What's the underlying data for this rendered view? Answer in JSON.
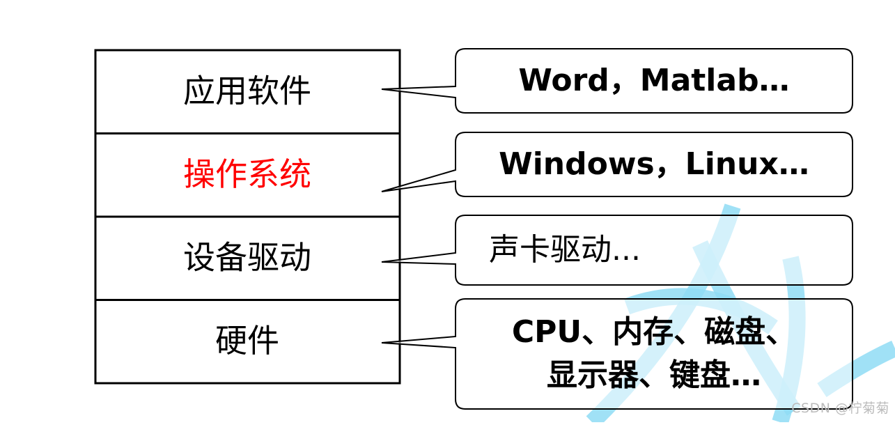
{
  "layers": [
    {
      "name": "应用软件",
      "color": "#000000",
      "note_lines": [
        "Word，Matlab…"
      ]
    },
    {
      "name": "操作系统",
      "color": "#ff0000",
      "note_lines": [
        "Windows，Linux…"
      ]
    },
    {
      "name": "设备驱动",
      "color": "#000000",
      "note_lines": [
        "声卡驱动..."
      ]
    },
    {
      "name": "硬件",
      "color": "#000000",
      "note_lines": [
        "CPU、内存、磁盘、",
        "显示器、键盘…"
      ]
    }
  ],
  "watermark": {
    "text": "CSDN @柠菊菊",
    "logo_color": "#8fdcf5"
  }
}
